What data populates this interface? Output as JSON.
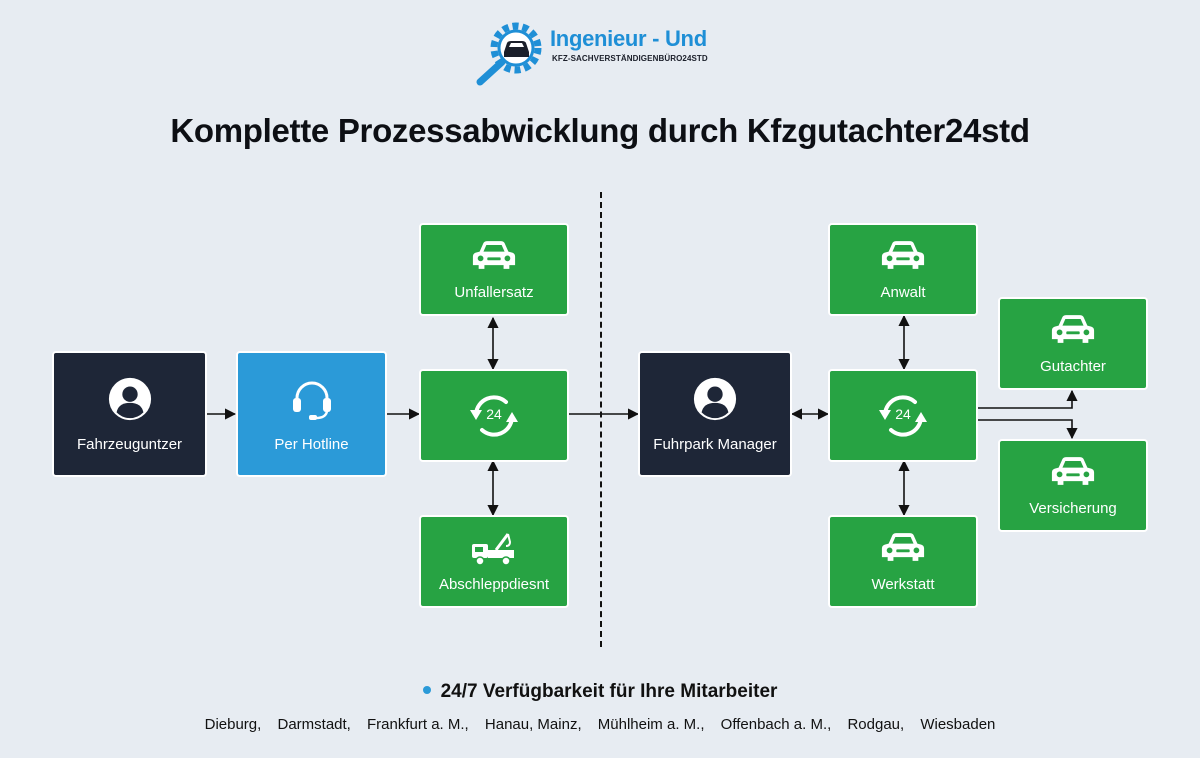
{
  "logo": {
    "title": "Ingenieur - Und",
    "subtitle": "KFZ-SACHVERSTÄNDIGENBÜRO24STD"
  },
  "title": "Komplette Prozessabwicklung durch Kfzgutachter24std",
  "nodes": {
    "fahrzeugnutzer": "Fahrzeuguntzer",
    "hotline": "Per Hotline",
    "hub_left": "24",
    "unfallersatz": "Unfallersatz",
    "abschleppdienst": "Abschleppdiesnt",
    "fuhrpark_manager": "Fuhrpark Manager",
    "hub_right": "24",
    "anwalt": "Anwalt",
    "werkstatt": "Werkstatt",
    "gutachter": "Gutachter",
    "versicherung": "Versicherung"
  },
  "availability": "24/7 Verfügbarkeit für Ihre Mitarbeiter",
  "cities": [
    "Dieburg,",
    "Darmstadt,",
    "Frankfurt a. M.,",
    "Hanau, Mainz,",
    "Mühlheim a. M.,",
    "Offenbach a. M.,",
    "Rodgau,",
    "Wiesbaden"
  ],
  "colors": {
    "background": "#e7ecf2",
    "green": "#27a343",
    "dark": "#1e2637",
    "blue": "#2b9ad8"
  },
  "icons": {
    "user": "user-circle-icon",
    "headset": "headset-icon",
    "car": "car-icon",
    "tow_truck": "tow-truck-icon",
    "cycle": "cycle-24-icon"
  }
}
